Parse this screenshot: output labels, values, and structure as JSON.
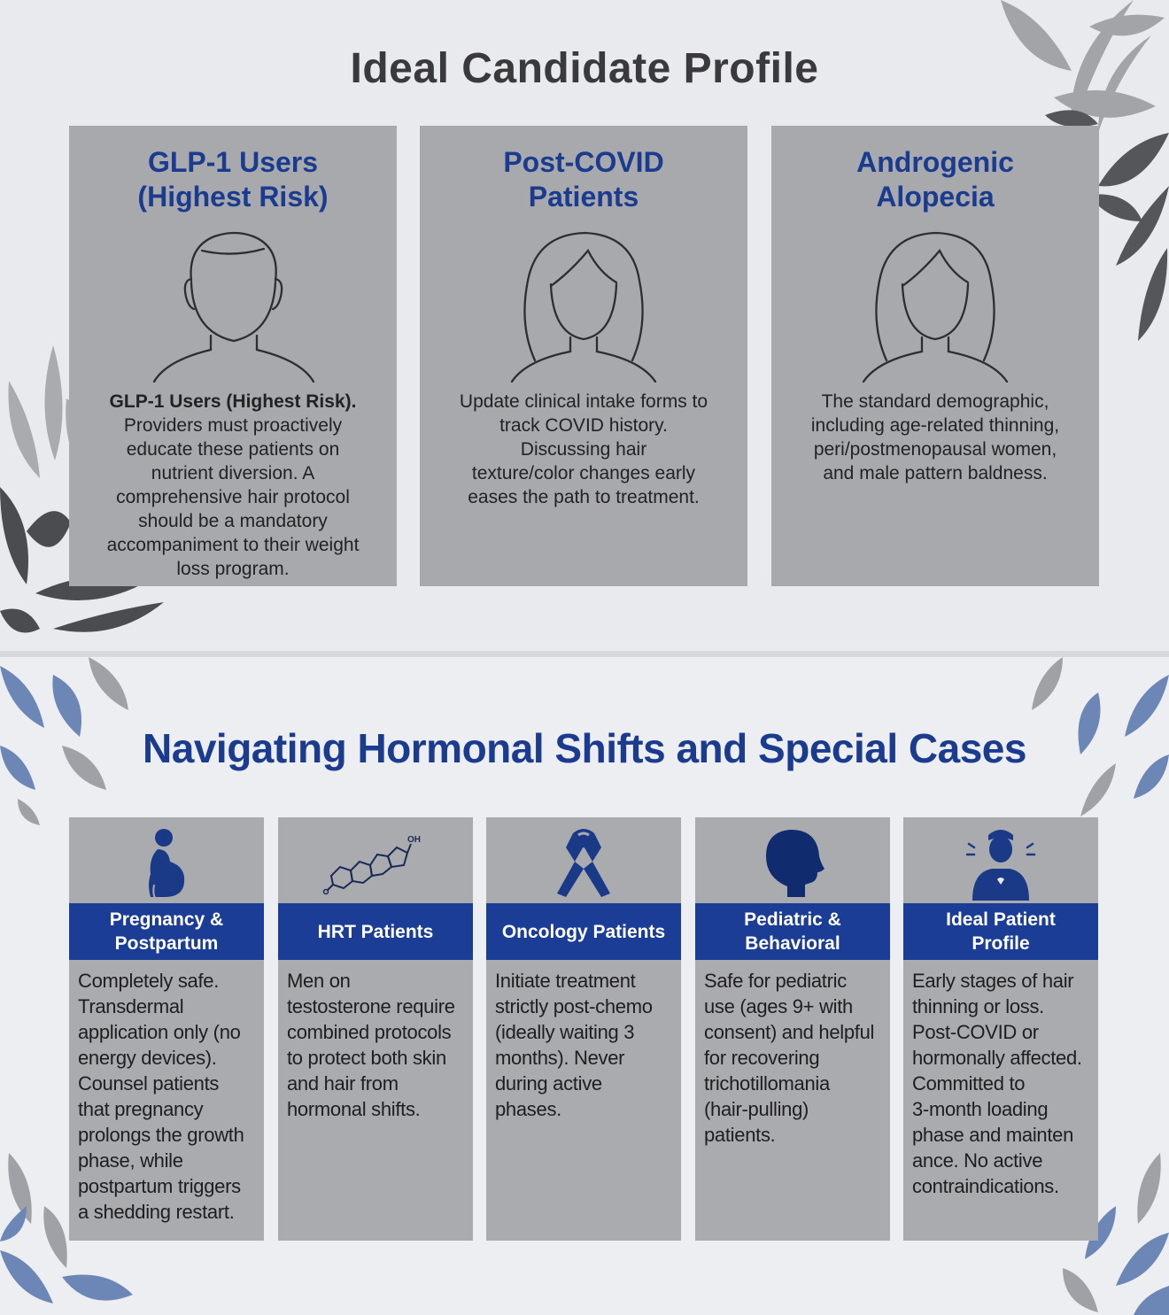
{
  "profile": {
    "title": "Ideal Candidate Profile",
    "cards": [
      {
        "title_lines": [
          "GLP-1 Users",
          "(Highest Risk)"
        ],
        "icon": "male-person-outline-icon",
        "lead": "GLP-1 Users (Highest Risk).",
        "body_lines": [
          "Providers must proactively",
          "educate these patients on",
          "nutrient diversion. A",
          "comprehensive hair protocol",
          "should be a mandatory",
          "accompaniment to their weight",
          "loss program."
        ]
      },
      {
        "title_lines": [
          "Post-COVID",
          "Patients"
        ],
        "icon": "female-person-outline-icon",
        "body_lines": [
          "Update clinical intake forms to",
          "track COVID history.",
          "Discussing hair",
          "texture/color changes early",
          "eases the path to treatment."
        ]
      },
      {
        "title_lines": [
          "Androgenic",
          "Alopecia"
        ],
        "icon": "female-person-outline-icon",
        "body_lines": [
          "The standard demographic,",
          "including age-related thinning,",
          "peri/postmenopausal women,",
          "and male pattern baldness."
        ]
      }
    ]
  },
  "special": {
    "title": "Navigating Hormonal Shifts and Special Cases",
    "cards": [
      {
        "label_lines": [
          "Pregnancy &",
          "Postpartum"
        ],
        "icon": "pregnant-woman-icon",
        "body_lines": [
          "Completely safe.",
          "Transdermal",
          "application only (no",
          "energy devices).",
          "Counsel patients",
          "that pregnancy",
          "prolongs the growth",
          "phase, while",
          "postpartum triggers",
          "a shedding restart."
        ]
      },
      {
        "label_lines": [
          "HRT Patients"
        ],
        "icon": "steroid-molecule-icon",
        "icon_text": "OH",
        "body_lines": [
          "Men on",
          "testosterone require",
          "combined protocols",
          "to protect both skin",
          "and hair from",
          "hormonal shifts."
        ]
      },
      {
        "label_lines": [
          "Oncology Patients"
        ],
        "icon": "awareness-ribbon-icon",
        "body_lines": [
          "Initiate treatment",
          "strictly post-chemo",
          "(ideally waiting 3",
          "months). Never",
          "during active",
          "phases."
        ]
      },
      {
        "label_lines": [
          "Pediatric &",
          "Behavioral"
        ],
        "icon": "child-head-profile-icon",
        "body_lines": [
          "Safe for pediatric",
          "use (ages 9+ with",
          "consent) and helpful",
          "for recovering",
          "trichotillomania",
          "(hair-pulling)",
          "patients."
        ]
      },
      {
        "label_lines": [
          "Ideal Patient",
          "Profile"
        ],
        "icon": "patient-with-heart-icon",
        "body_lines": [
          "Early stages of hair",
          "thinning or loss.",
          "Post-COVID or",
          "hormonally affected.",
          "Committed to",
          "3-month loading",
          "phase and mainten",
          "ance. No active",
          "contraindications."
        ]
      }
    ]
  },
  "colors": {
    "accent_blue": "#1b3b8f",
    "band_blue": "#1c3d96",
    "card_gray": "#a7a9ac",
    "title_dark": "#3a3a3c"
  }
}
